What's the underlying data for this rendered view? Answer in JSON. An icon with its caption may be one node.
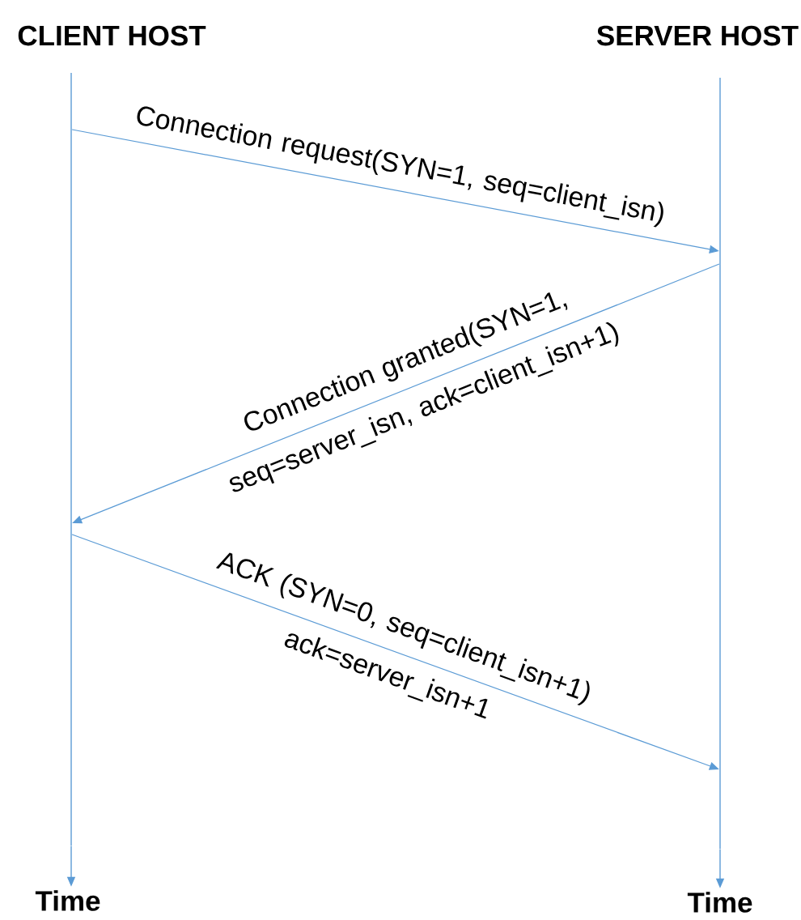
{
  "diagram": {
    "nodes": [
      {
        "text": [
          "CLIENT HOST"
        ]
      },
      {
        "text": [
          "SERVER HOST"
        ]
      },
      {
        "text": [
          "Time"
        ]
      },
      {
        "text": [
          "Time"
        ]
      },
      {
        "text": [],
        "shape": "bar"
      },
      {
        "text": [],
        "shape": "bar"
      }
    ],
    "edges": [
      {
        "from": 4,
        "to": 2,
        "arrow": "to"
      },
      {
        "from": 5,
        "to": 3,
        "arrow": "to"
      },
      {
        "from": 4,
        "to": 5,
        "arrow": "to",
        "label": "Connection request(SYN=1, seq=client_isn)"
      },
      {
        "from": 5,
        "to": 4,
        "arrow": "to",
        "label": "Connection granted(SYN=1, seq=server_isn, ack=client_isn+1)"
      },
      {
        "from": 4,
        "to": 5,
        "arrow": "to",
        "label": "ACK (SYN=0, seq=client_isn+1) ack=server_isn+1"
      }
    ]
  }
}
